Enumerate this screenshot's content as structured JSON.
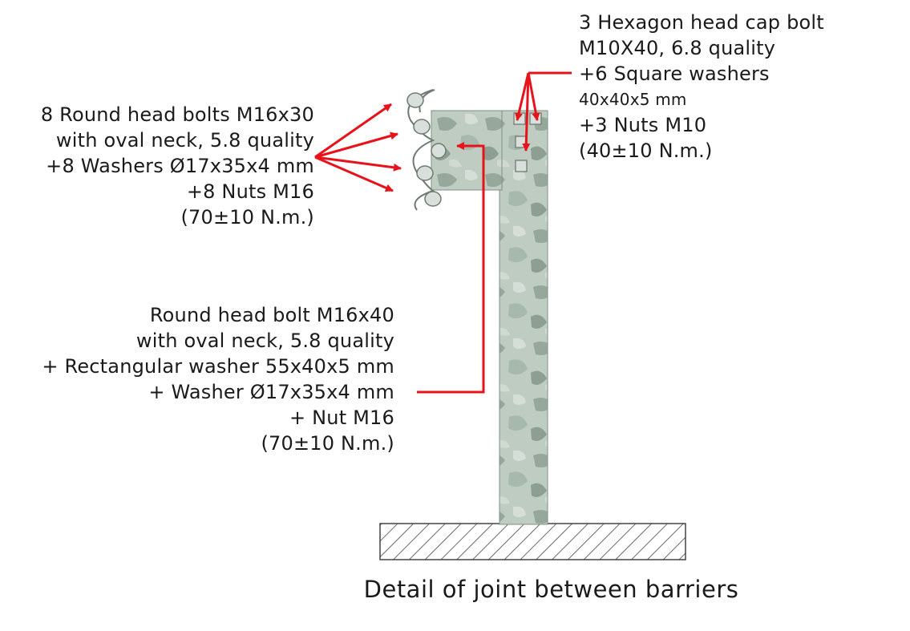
{
  "callouts": {
    "round_bolts": {
      "lines": [
        "8 Round head bolts M16x30",
        "with oval neck, 5.8 quality",
        "+8 Washers Ø17x35x4 mm",
        "+8 Nuts M16",
        "(70±10 N.m.)"
      ]
    },
    "hex_bolts": {
      "lines": [
        "3 Hexagon head cap bolt",
        "M10X40, 6.8 quality",
        "+6 Square washers",
        "40x40x5 mm",
        "+3 Nuts M10",
        "(40±10 N.m.)"
      ]
    },
    "joint_bolt": {
      "lines": [
        "Round head bolt M16x40",
        "with oval neck, 5.8 quality",
        "+ Rectangular washer 55x40x5 mm",
        "+ Washer Ø17x35x4 mm",
        "+ Nut M16",
        "(70±10 N.m.)"
      ]
    }
  },
  "caption": "Detail of joint between barriers",
  "colors": {
    "arrow": "#e8121b",
    "steel": "#b8c6bc",
    "steel_dark": "#8fa296",
    "ground_hatch": "#444444"
  }
}
